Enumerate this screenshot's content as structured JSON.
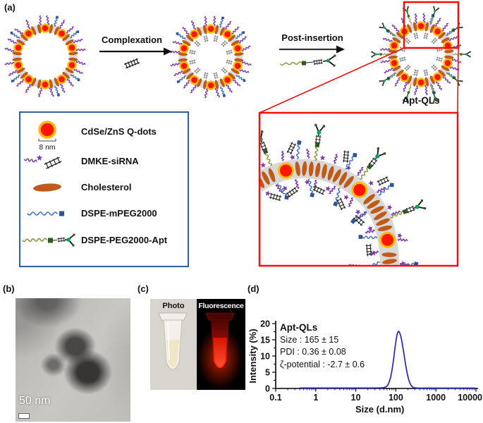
{
  "figure": {
    "panel_a": {
      "label": "(a)",
      "arrow1_label": "Complexation",
      "arrow2_label": "Post-insertion",
      "product_label": "Apt-QLs",
      "legend": {
        "items": [
          {
            "name": "qdot",
            "label": "CdSe/ZnS Q-dots",
            "scale": "8 nm"
          },
          {
            "name": "sirna",
            "label": "DMKE-siRNA"
          },
          {
            "name": "cholesterol",
            "label": "Cholesterol"
          },
          {
            "name": "dspe-mpeg",
            "label": "DSPE-mPEG2000"
          },
          {
            "name": "dspe-peg-apt",
            "label": "DSPE-PEG2000-Apt"
          }
        ]
      }
    },
    "panel_b": {
      "label": "(b)",
      "scale_bar": "50 nm"
    },
    "panel_c": {
      "label": "(c)",
      "left_label": "Photo",
      "right_label": "Fluorescence"
    },
    "panel_d": {
      "label": "(d)"
    }
  },
  "colors": {
    "accent_red": "#f80c08",
    "legend_border": "#2e5fa8",
    "qdot_core": "#ff1500",
    "qdot_shell": "#ffb900",
    "membrane": "#d8d8d8",
    "cholesterol": "#c05a18",
    "sirna_purple": "#7c35ad",
    "peg_blue": "#4472c4",
    "peg_blue_dark": "#2f5597",
    "olive": "#8a9a42",
    "dark_green": "#2f5b22",
    "apt_green": "#00a550",
    "curve_blue": "#2323cc"
  },
  "chart_data": {
    "type": "line",
    "title": "",
    "xlabel": "Size (d.nm)",
    "ylabel": "Intensity (%)",
    "xscale": "log",
    "xlim": [
      0.1,
      10000
    ],
    "ylim": [
      0,
      20
    ],
    "xticks": [
      0.1,
      1,
      10,
      100,
      1000,
      10000
    ],
    "yticks": [
      0,
      5,
      10,
      15,
      20
    ],
    "grid": false,
    "legend_position": "none",
    "annotation": [
      "Apt-QLs",
      "Size : 165 ± 15",
      "PDI : 0.36 ± 0.08",
      "ζ-potential : -2.7 ± 0.6"
    ],
    "series": [
      {
        "name": "Apt-QLs size distribution",
        "color": "#2323cc",
        "points": [
          [
            0.4,
            0.12
          ],
          [
            1,
            0.12
          ],
          [
            10,
            0.12
          ],
          [
            40,
            0.12
          ],
          [
            55,
            0.3
          ],
          [
            65,
            1.2
          ],
          [
            75,
            3.5
          ],
          [
            85,
            7.5
          ],
          [
            95,
            12.5
          ],
          [
            105,
            16.3
          ],
          [
            115,
            17.8
          ],
          [
            125,
            17.3
          ],
          [
            140,
            15.0
          ],
          [
            160,
            10.5
          ],
          [
            180,
            6.5
          ],
          [
            200,
            3.5
          ],
          [
            225,
            1.5
          ],
          [
            255,
            0.5
          ],
          [
            290,
            0.15
          ],
          [
            400,
            0.1
          ],
          [
            9500,
            0.1
          ]
        ]
      }
    ]
  }
}
